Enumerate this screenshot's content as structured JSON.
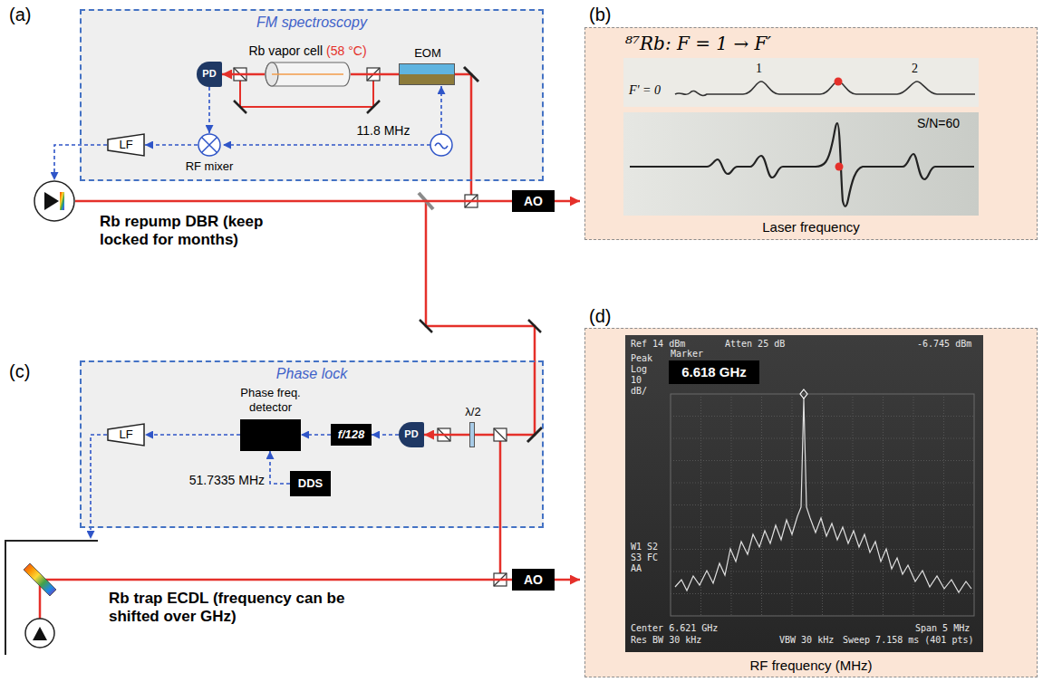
{
  "diagram": {
    "nodes": [
      {
        "text": [
          "FM spectroscopy"
        ]
      },
      {
        "text": [
          "PD"
        ],
        "in": 0
      },
      {
        "text": [
          "Rb vapor cell",
          "(58 °C)"
        ],
        "in": 0
      },
      {
        "text": [
          "EOM"
        ],
        "in": 0
      },
      {
        "text": [
          "LF"
        ],
        "in": 0
      },
      {
        "text": [
          "RF mixer"
        ],
        "in": 0
      },
      {
        "text": [
          "Rb repump DBR (keep locked for months)"
        ]
      },
      {
        "text": [
          "AO"
        ]
      },
      {
        "text": [
          "⁸⁷Rb: F = 1 → F′",
          "Laser frequency"
        ]
      },
      {
        "text": [
          "Phase lock"
        ]
      },
      {
        "text": [
          "Phase freq. detector"
        ],
        "in": 9
      },
      {
        "text": [
          "f/128"
        ],
        "in": 9
      },
      {
        "text": [
          "PD"
        ],
        "in": 9
      },
      {
        "text": [
          "λ/2"
        ],
        "in": 9
      },
      {
        "text": [
          "DDS"
        ],
        "in": 9
      },
      {
        "text": [
          "LF"
        ],
        "in": 9
      },
      {
        "text": [
          "Rb trap ECDL (frequency can be shifted over GHz)"
        ]
      },
      {
        "text": [
          "AO"
        ]
      },
      {
        "text": [
          "RF frequency (MHz)"
        ]
      },
      {
        "text": [
          "6.618 GHz"
        ],
        "in": 18
      }
    ],
    "edges": [
      {
        "from": 3,
        "to": 2,
        "arrow": "none"
      },
      {
        "from": 2,
        "to": 1,
        "arrow": "to"
      },
      {
        "from": 1,
        "to": 5,
        "arrow": "to"
      },
      {
        "from": 5,
        "to": 4,
        "arrow": "to"
      },
      {
        "from": 4,
        "to": 6,
        "arrow": "to"
      },
      {
        "from": 6,
        "to": 7,
        "arrow": "none"
      },
      {
        "from": 13,
        "to": 12,
        "arrow": "to"
      },
      {
        "from": 12,
        "to": 11,
        "arrow": "to"
      },
      {
        "from": 11,
        "to": 10,
        "arrow": "to"
      },
      {
        "from": 14,
        "to": 10,
        "arrow": "to"
      },
      {
        "from": 10,
        "to": 15,
        "arrow": "to"
      },
      {
        "from": 15,
        "to": 16,
        "arrow": "to"
      },
      {
        "from": 16,
        "to": 17,
        "arrow": "none"
      }
    ],
    "labels": [
      "(a)",
      "11.8 MHz",
      "(c)",
      "51.7335 MHz",
      "(b)",
      "F' = 0",
      "1",
      "2",
      "S/N=60",
      "(d)",
      "Ref 14 dBm",
      "Atten 25 dB",
      "-6.745 dBm",
      "Peak",
      "Log",
      "10",
      "dB/",
      "Marker",
      "W1 S2",
      "S3 FC",
      "AA",
      "Center 6.621 GHz",
      "Res BW 30 kHz",
      "VBW 30 kHz",
      "Span 5 MHz",
      "Sweep 7.158 ms (401 pts)"
    ]
  }
}
